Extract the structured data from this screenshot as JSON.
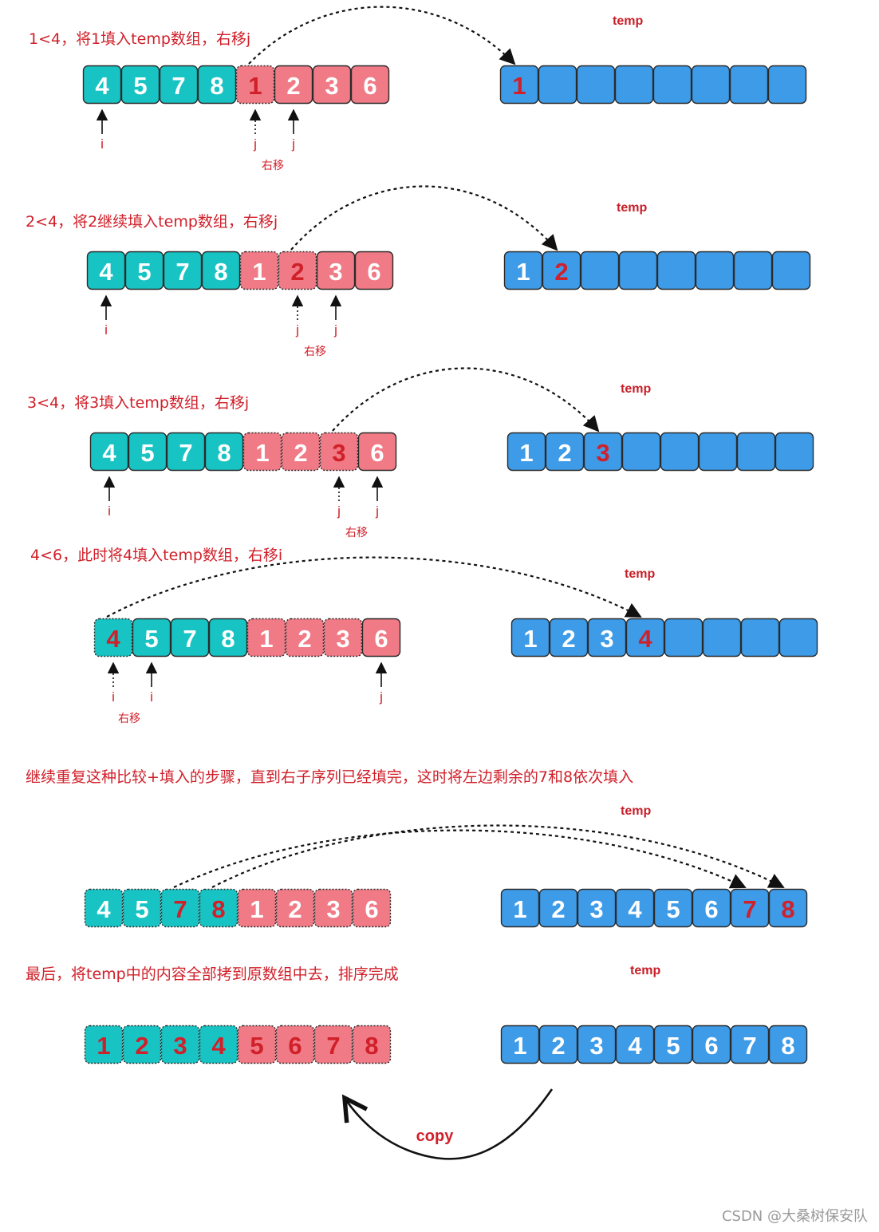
{
  "watermark": "CSDN @大桑树保安队",
  "temp_label": "temp",
  "pointer_move_label": "右移",
  "copy_label": "copy",
  "colors": {
    "left_fill": "#18c3c3",
    "right_fill": "#f07a85",
    "temp_fill": "#3e9be8",
    "highlight_text": "#d0202a",
    "caption": "#d0202a",
    "cell_text": "#ffffff"
  },
  "steps": [
    {
      "caption": "1<4，将1填入temp数组，右移j",
      "left": [
        "4",
        "5",
        "7",
        "8"
      ],
      "right": [
        "1",
        "2",
        "3",
        "6"
      ],
      "temp": [
        "1",
        "",
        "",
        "",
        "",
        "",
        "",
        ""
      ],
      "i_pointers": [
        {
          "label": "i",
          "index": 0,
          "dotted": false
        }
      ],
      "j_pointers": [
        {
          "label": "j",
          "index": 4,
          "dotted": true
        },
        {
          "label": "j",
          "index": 5,
          "dotted": false
        }
      ],
      "move_label_at": 4,
      "highlight_orig": [
        4
      ],
      "dotted_orig": [
        4
      ],
      "highlight_temp": [
        0
      ],
      "arrows": [
        {
          "from": 4,
          "to": 0
        }
      ]
    },
    {
      "caption": "2<4，将2继续填入temp数组，右移j",
      "left": [
        "4",
        "5",
        "7",
        "8"
      ],
      "right": [
        "1",
        "2",
        "3",
        "6"
      ],
      "temp": [
        "1",
        "2",
        "",
        "",
        "",
        "",
        "",
        ""
      ],
      "i_pointers": [
        {
          "label": "i",
          "index": 0,
          "dotted": false
        }
      ],
      "j_pointers": [
        {
          "label": "j",
          "index": 5,
          "dotted": true
        },
        {
          "label": "j",
          "index": 6,
          "dotted": false
        }
      ],
      "move_label_at": 5,
      "highlight_orig": [
        5
      ],
      "dotted_orig": [
        4,
        5
      ],
      "highlight_temp": [
        1
      ],
      "arrows": [
        {
          "from": 5,
          "to": 1
        }
      ]
    },
    {
      "caption": "3<4，将3填入temp数组，右移j",
      "left": [
        "4",
        "5",
        "7",
        "8"
      ],
      "right": [
        "1",
        "2",
        "3",
        "6"
      ],
      "temp": [
        "1",
        "2",
        "3",
        "",
        "",
        "",
        "",
        ""
      ],
      "i_pointers": [
        {
          "label": "i",
          "index": 0,
          "dotted": false
        }
      ],
      "j_pointers": [
        {
          "label": "j",
          "index": 6,
          "dotted": true
        },
        {
          "label": "j",
          "index": 7,
          "dotted": false
        }
      ],
      "move_label_at": 6,
      "highlight_orig": [
        6
      ],
      "dotted_orig": [
        4,
        5,
        6
      ],
      "highlight_temp": [
        2
      ],
      "arrows": [
        {
          "from": 6,
          "to": 2
        }
      ]
    },
    {
      "caption": "4<6，此时将4填入temp数组，右移i",
      "left": [
        "4",
        "5",
        "7",
        "8"
      ],
      "right": [
        "1",
        "2",
        "3",
        "6"
      ],
      "temp": [
        "1",
        "2",
        "3",
        "4",
        "",
        "",
        "",
        ""
      ],
      "i_pointers": [
        {
          "label": "i",
          "index": 0,
          "dotted": true
        },
        {
          "label": "i",
          "index": 1,
          "dotted": false
        }
      ],
      "j_pointers": [
        {
          "label": "j",
          "index": 7,
          "dotted": false
        }
      ],
      "move_label_at": 0,
      "highlight_orig": [
        0
      ],
      "dotted_orig": [
        0,
        4,
        5,
        6
      ],
      "highlight_temp": [
        3
      ],
      "arrows": [
        {
          "from": 0,
          "to": 3
        }
      ]
    },
    {
      "caption": "继续重复这种比较+填入的步骤，直到右子序列已经填完，这时将左边剩余的7和8依次填入",
      "left": [
        "4",
        "5",
        "7",
        "8"
      ],
      "right": [
        "1",
        "2",
        "3",
        "6"
      ],
      "temp": [
        "1",
        "2",
        "3",
        "4",
        "5",
        "6",
        "7",
        "8"
      ],
      "i_pointers": [],
      "j_pointers": [],
      "move_label_at": -1,
      "highlight_orig": [
        2,
        3
      ],
      "dotted_orig": [
        0,
        1,
        2,
        3,
        4,
        5,
        6,
        7
      ],
      "highlight_temp": [
        6,
        7
      ],
      "arrows": [
        {
          "from": 2,
          "to": 6
        },
        {
          "from": 3,
          "to": 7
        }
      ]
    },
    {
      "caption": "最后，将temp中的内容全部拷到原数组中去，排序完成",
      "left": [
        "1",
        "2",
        "3",
        "4"
      ],
      "right": [
        "5",
        "6",
        "7",
        "8"
      ],
      "temp": [
        "1",
        "2",
        "3",
        "4",
        "5",
        "6",
        "7",
        "8"
      ],
      "i_pointers": [],
      "j_pointers": [],
      "move_label_at": -1,
      "highlight_orig": [
        0,
        1,
        2,
        3,
        4,
        5,
        6,
        7
      ],
      "dotted_orig": [
        0,
        1,
        2,
        3,
        4,
        5,
        6,
        7
      ],
      "highlight_temp": [],
      "arrows": []
    }
  ]
}
